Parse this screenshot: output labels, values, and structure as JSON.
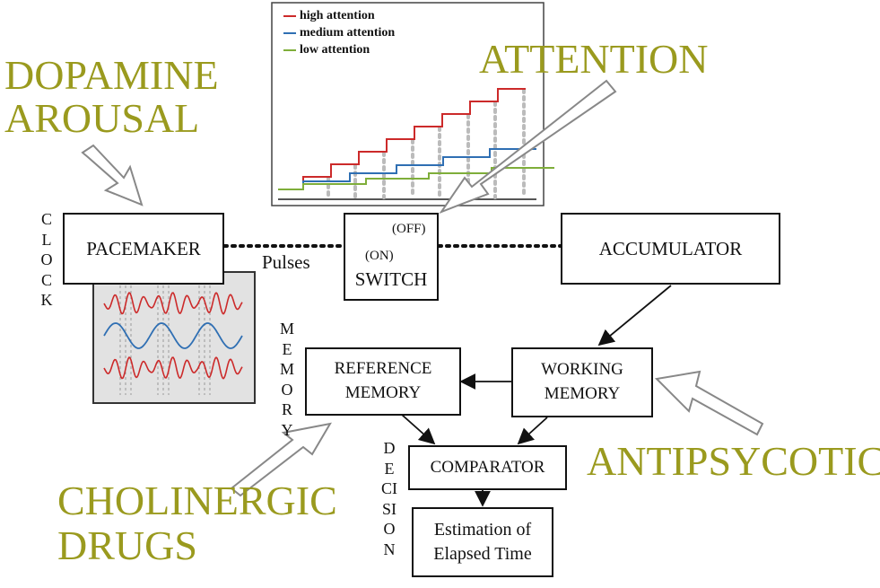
{
  "labels": {
    "dopamine": "DOPAMINE",
    "arousal": "AROUSAL",
    "attention": "ATTENTION",
    "antipsycotic": "ANTIPSYCOTIC",
    "cholinergic": "CHOLINERGIC",
    "drugs": "DRUGS"
  },
  "vertical": {
    "clock": "CLOCK",
    "memory": "MEMORY",
    "decision": "DECISION"
  },
  "boxes": {
    "pacemaker": "PACEMAKER",
    "accumulator": "ACCUMULATOR",
    "reference_line1": "REFERENCE",
    "reference_line2": "MEMORY",
    "working_line1": "WORKING",
    "working_line2": "MEMORY",
    "comparator": "COMPARATOR",
    "estimation_line1": "Estimation of",
    "estimation_line2": "Elapsed Time"
  },
  "switch": {
    "label": "SWITCH",
    "off": "(OFF)",
    "on": "(ON)"
  },
  "pulses": "Pulses",
  "legend": [
    {
      "name": "high attention",
      "color": "#cc2a2a"
    },
    {
      "name": "medium attention",
      "color": "#2f6fb3"
    },
    {
      "name": "low attention",
      "color": "#7fae3a"
    }
  ],
  "colors": {
    "accent": "#9a9a1e",
    "high": "#cc2a2a",
    "medium": "#2f6fb3",
    "low": "#7fae3a"
  }
}
